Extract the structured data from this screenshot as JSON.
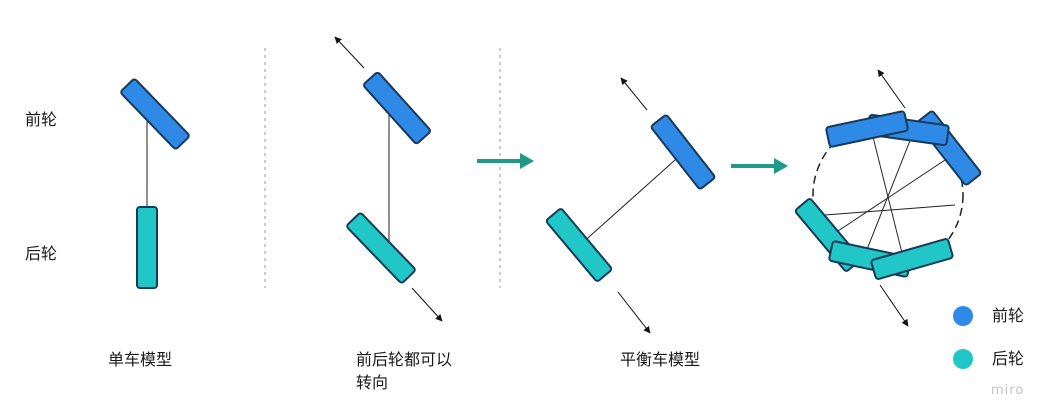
{
  "labels": {
    "front_wheel": "前轮",
    "rear_wheel": "后轮",
    "bicycle_model": "单车模型",
    "four_wheel_steer_line1": "前后轮都可以",
    "four_wheel_steer_line2": "转向",
    "balance_model": "平衡车模型"
  },
  "legend": {
    "items": [
      {
        "label": "前轮",
        "color": "#2f89e6"
      },
      {
        "label": "后轮",
        "color": "#20c7c6"
      }
    ]
  },
  "watermark": "miro",
  "colors": {
    "front_wheel": "#2f89e6",
    "rear_wheel": "#20c7c6",
    "outline": "#163a57",
    "transition_arrow": "#1f9a86",
    "line": "#222222",
    "divider": "#9a9a9a"
  }
}
